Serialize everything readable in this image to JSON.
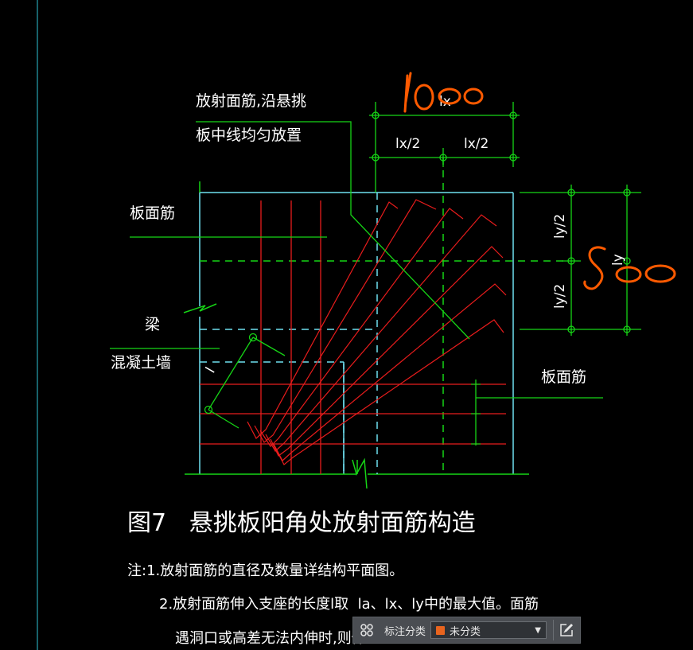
{
  "drawing": {
    "annotation_radial": "放射面筋,沿悬挑",
    "annotation_radial_2": "板中线均匀放置",
    "label_top_rebar_1": "板面筋",
    "label_beam": "梁",
    "label_wall": "混凝土墙",
    "label_top_rebar_2": "板面筋",
    "dim_lx": "lx",
    "dim_lx_half_1": "lx/2",
    "dim_lx_half_2": "lx/2",
    "dim_ly_half_1": "ly/2",
    "dim_ly_half_2": "ly/2",
    "dim_ly": "ly",
    "dim_l": "l",
    "handwritten_1": "1000",
    "handwritten_2": "500",
    "title": "图7   悬挑板阳角处放射面筋构造",
    "note_1": "注:1.放射面筋的直径及数量详结构平面图。",
    "note_2": "2.放射面筋伸入支座的长度l取  la、lx、ly中的最大值。面筋",
    "note_3": "遇洞口或高差无法内伸时,则伸至"
  },
  "toolbar": {
    "label": "标注分类",
    "selected": "未分类",
    "swatch_color": "#e8641e"
  },
  "colors": {
    "background": "#000000",
    "green": "#16d516",
    "red": "#e81c1c",
    "cyan": "#6fe0f0",
    "white": "#ffffff",
    "orange": "#ff5a00"
  }
}
